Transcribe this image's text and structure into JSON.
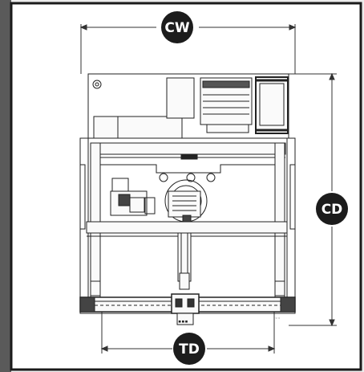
{
  "colors": {
    "background_band": "#555555",
    "frame_border": "#1a1a1a",
    "drawing_line": "#222222",
    "badge_fill": "#1c1c1c",
    "badge_text": "#ffffff"
  },
  "dimension_labels": {
    "cabinet_width": "CW",
    "cabinet_depth": "CD",
    "track_depth": "TD"
  },
  "drawing": {
    "vent_text": "▪▪▪",
    "corner_note": "◦◦"
  }
}
